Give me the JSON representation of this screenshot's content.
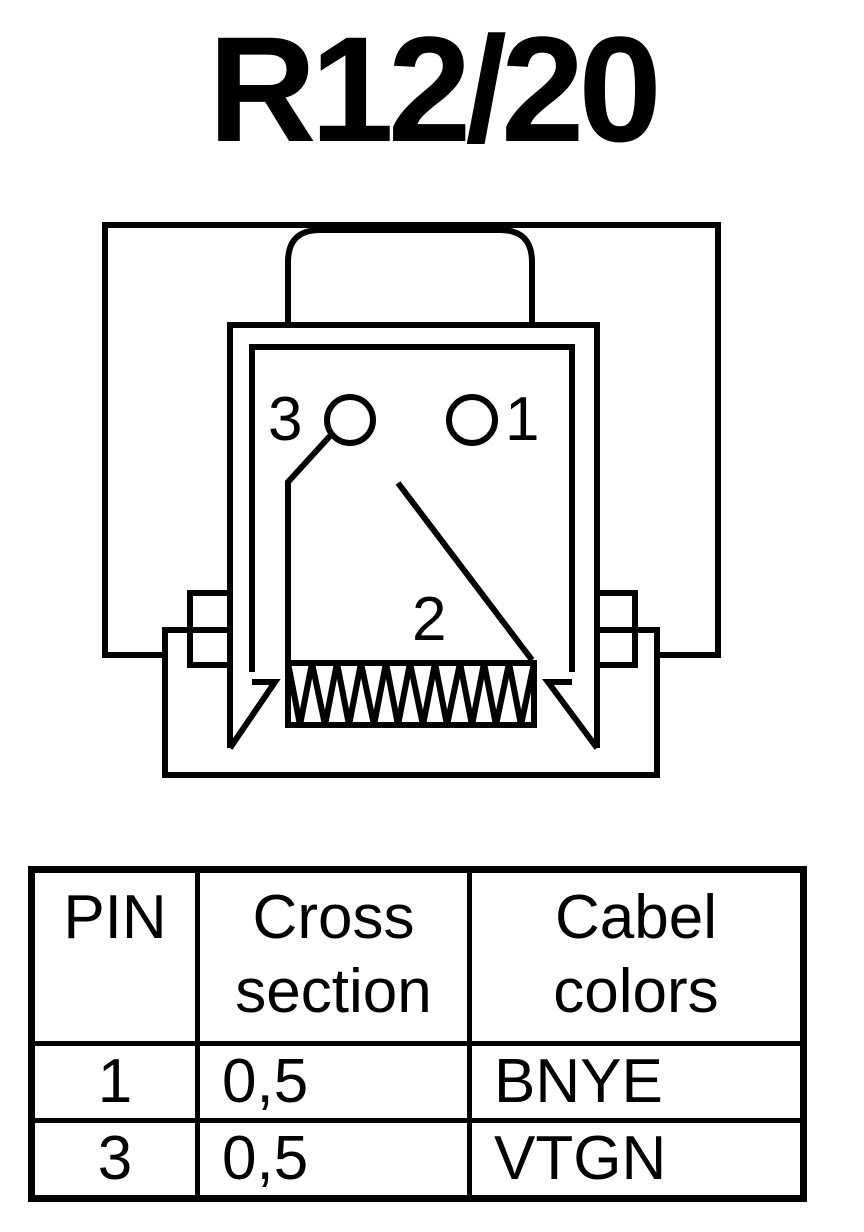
{
  "title": "R12/20",
  "diagram": {
    "pin_labels": [
      "3",
      "1",
      "2"
    ]
  },
  "table": {
    "headers": {
      "pin": "PIN",
      "cross_section": [
        "Cross",
        "section"
      ],
      "cable_colors": [
        "Cabel",
        "colors"
      ]
    },
    "rows": [
      {
        "pin": "1",
        "cross_section": "0,5",
        "colors": "BNYE"
      },
      {
        "pin": "3",
        "cross_section": "0,5",
        "colors": "VTGN"
      }
    ]
  }
}
